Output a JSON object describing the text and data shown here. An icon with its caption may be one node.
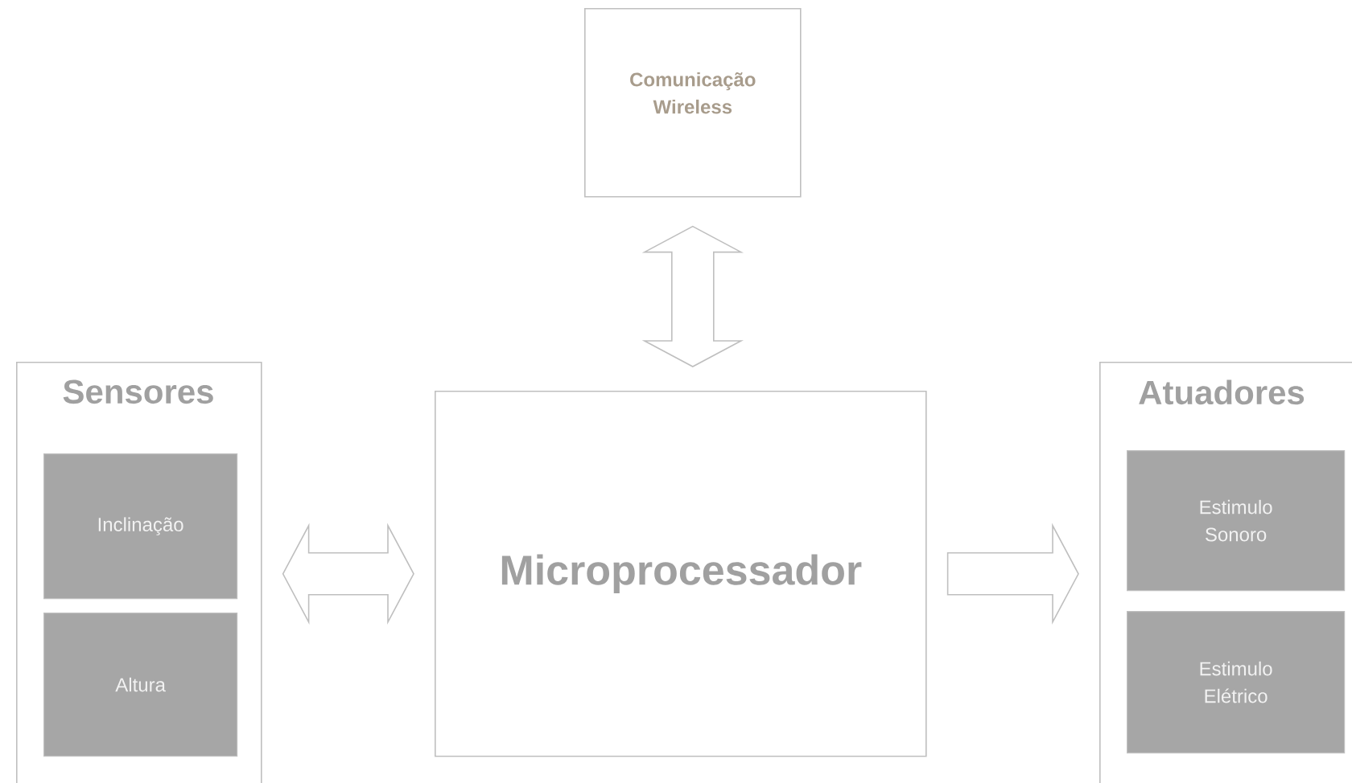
{
  "diagram": {
    "nodes": [
      {
        "text": [
          "Comunicação Wireless"
        ]
      },
      {
        "text": [
          "Sensores"
        ]
      },
      {
        "text": [
          "Inclinação"
        ],
        "in": 1
      },
      {
        "text": [
          "Altura"
        ],
        "in": 1
      },
      {
        "text": [
          "Microprocessador"
        ]
      },
      {
        "text": [
          "Atuadores"
        ]
      },
      {
        "text": [
          "Estimulo Sonoro"
        ],
        "in": 5
      },
      {
        "text": [
          "Estimulo Elétrico"
        ],
        "in": 5
      }
    ],
    "edges": [
      {
        "from": 0,
        "to": 4,
        "arrow": "both"
      },
      {
        "from": 1,
        "to": 4,
        "arrow": "both"
      },
      {
        "from": 4,
        "to": 5,
        "arrow": "to"
      }
    ]
  }
}
